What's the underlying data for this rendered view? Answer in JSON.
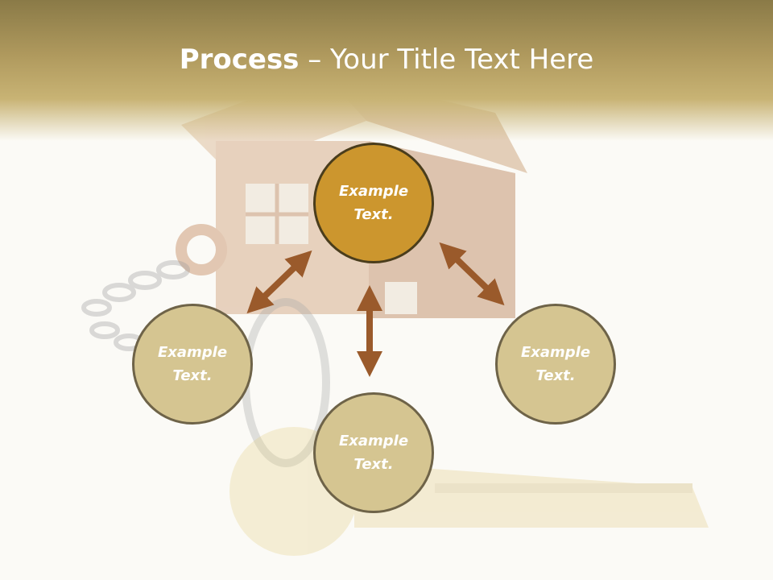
{
  "slide": {
    "title_bold": "Process",
    "title_rest": " – Your Title Text Here"
  },
  "nodes": [
    {
      "text": "Example Text."
    },
    {
      "text": "Example Text."
    },
    {
      "text": "Example Text."
    },
    {
      "text": "Example Text."
    }
  ],
  "colors": {
    "header": "#b09a5e",
    "node_primary": "#cc962e",
    "node": "#d5c591",
    "arrow": "#9a5a2b"
  }
}
